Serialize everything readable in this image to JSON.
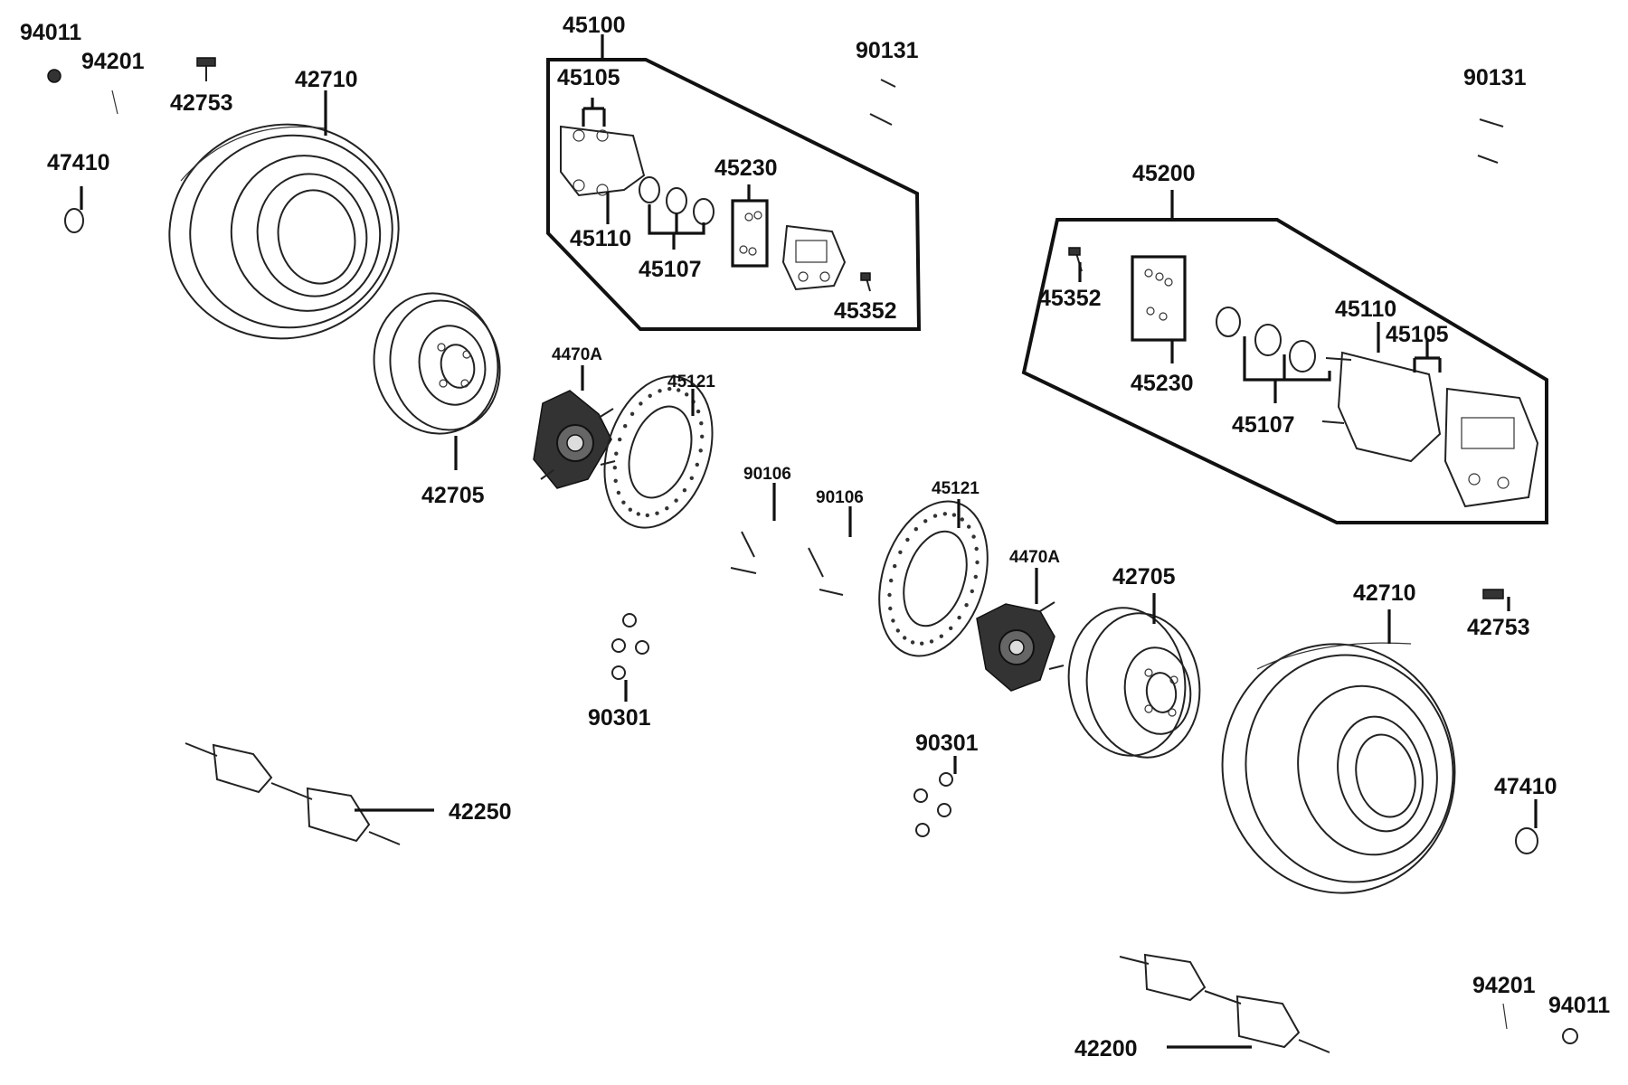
{
  "labels": {
    "l_94011_tl": "94011",
    "l_94201_tl": "94201",
    "l_42753_tl": "42753",
    "l_42710_l": "42710",
    "l_47410_l": "47410",
    "l_45100": "45100",
    "l_45105_l": "45105",
    "l_45110_l": "45110",
    "l_45107_l": "45107",
    "l_45230_l": "45230",
    "l_45352_l": "45352",
    "l_90131_l": "90131",
    "l_90131_r": "90131",
    "l_45200": "45200",
    "l_45352_r": "45352",
    "l_45230_r": "45230",
    "l_45107_r": "45107",
    "l_45110_r": "45110",
    "l_45105_r": "45105",
    "l_42705_l": "42705",
    "l_4470A_l": "4470A",
    "l_45121_l": "45121",
    "l_90106_a": "90106",
    "l_90106_b": "90106",
    "l_45121_r": "45121",
    "l_4470A_r": "4470A",
    "l_42705_r": "42705",
    "l_42710_r": "42710",
    "l_42753_r": "42753",
    "l_90301_l": "90301",
    "l_90301_r": "90301",
    "l_42250": "42250",
    "l_47410_r": "47410",
    "l_42200": "42200",
    "l_94201_br": "94201",
    "l_94011_br": "94011"
  }
}
